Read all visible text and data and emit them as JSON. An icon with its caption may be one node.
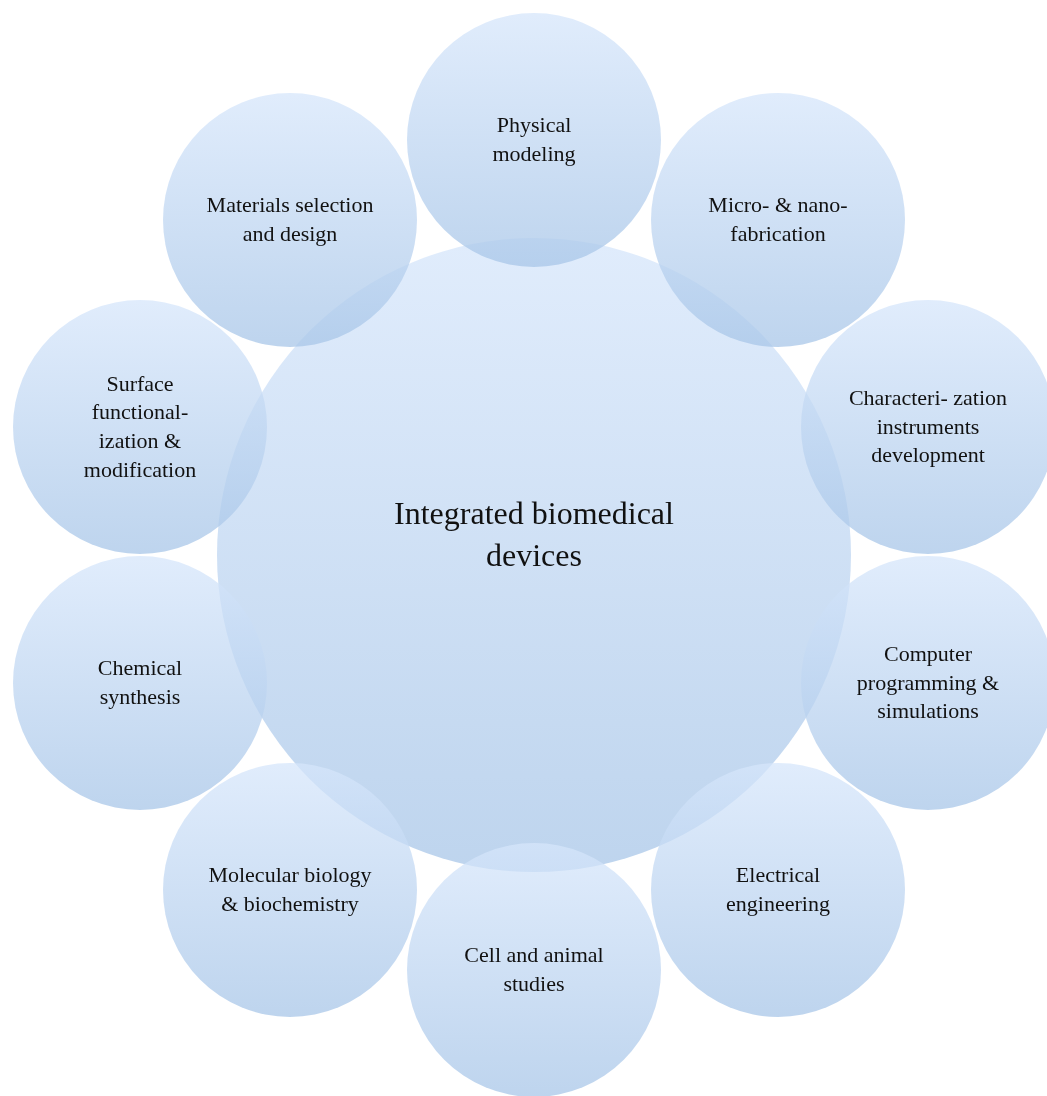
{
  "diagram": {
    "nodes": [
      {
        "text": [
          "Integrated biomedical devices"
        ]
      },
      {
        "text": [
          "Physical modeling"
        ]
      },
      {
        "text": [
          "Micro- & nano- fabrication"
        ]
      },
      {
        "text": [
          "Characteri- zation instruments development"
        ]
      },
      {
        "text": [
          "Computer programming & simulations"
        ]
      },
      {
        "text": [
          "Electrical engineering"
        ]
      },
      {
        "text": [
          "Cell and animal studies"
        ]
      },
      {
        "text": [
          "Molecular biology & biochemistry"
        ]
      },
      {
        "text": [
          "Chemical synthesis"
        ]
      },
      {
        "text": [
          "Surface functional- ization & modification"
        ]
      },
      {
        "text": [
          "Materials selection and design"
        ]
      }
    ]
  }
}
